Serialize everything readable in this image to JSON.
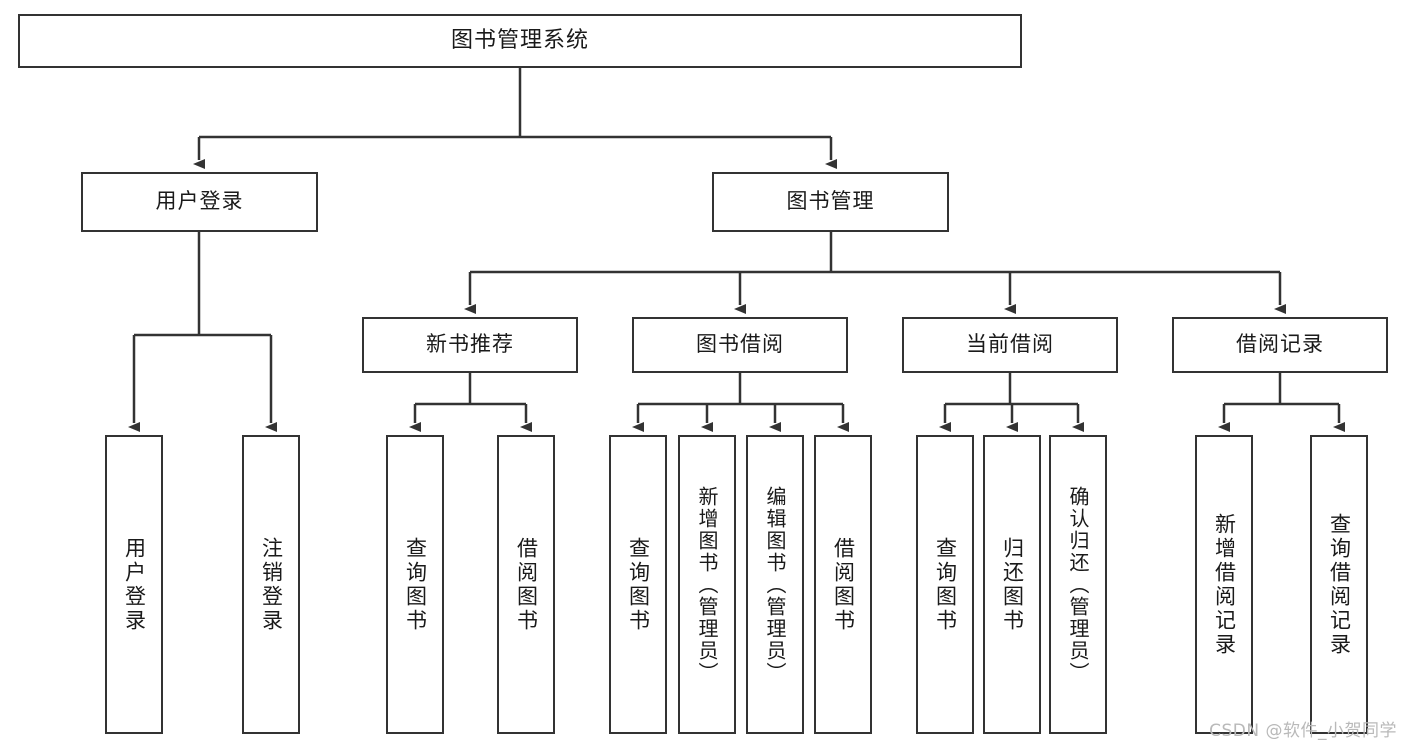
{
  "diagram": {
    "type": "tree-hierarchy",
    "title_node": "图书管理系统",
    "watermark": "CSDN @软件_小贺同学",
    "colors": {
      "stroke": "#333333",
      "fill": "#ffffff",
      "text": "#1a1a1a",
      "watermark": "#b9b9b9"
    },
    "levels": {
      "root": {
        "label": "图书管理系统"
      },
      "level2": [
        {
          "label": "用户登录"
        },
        {
          "label": "图书管理"
        }
      ],
      "level3": [
        {
          "label": "新书推荐"
        },
        {
          "label": "图书借阅"
        },
        {
          "label": "当前借阅"
        },
        {
          "label": "借阅记录"
        }
      ],
      "leaves": {
        "user_login": [
          {
            "label": "用户登录"
          },
          {
            "label": "注销登录"
          }
        ],
        "new_book_recommend": [
          {
            "label": "查询图书"
          },
          {
            "label": "借阅图书"
          }
        ],
        "book_borrow": [
          {
            "label": "查询图书"
          },
          {
            "label": "新增图书（管理员）"
          },
          {
            "label": "编辑图书（管理员）"
          },
          {
            "label": "借阅图书"
          }
        ],
        "current_borrow": [
          {
            "label": "查询图书"
          },
          {
            "label": "归还图书"
          },
          {
            "label": "确认归还（管理员）"
          }
        ],
        "borrow_record": [
          {
            "label": "新增借阅记录"
          },
          {
            "label": "查询借阅记录"
          }
        ]
      }
    }
  }
}
